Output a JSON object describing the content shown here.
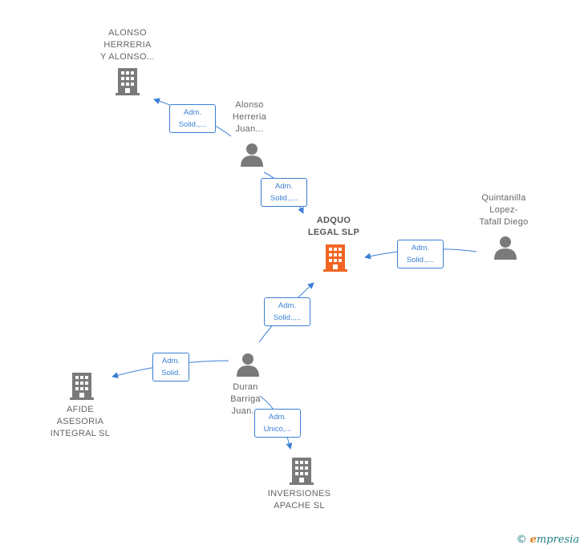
{
  "nodes": {
    "alonso_herreria_company": {
      "label": "ALONSO\nHERRERIA\nY ALONSO..."
    },
    "alonso_herreria_person": {
      "label": "Alonso\nHerreria\nJuan..."
    },
    "adquo_legal": {
      "label": "ADQUO\nLEGAL  SLP"
    },
    "quintanilla": {
      "label": "Quintanilla\nLopez-\nTafall Diego"
    },
    "duran_barriga": {
      "label": "Duran\nBarriga\nJuan..."
    },
    "afide": {
      "label": "AFIDE\nASESORIA\nINTEGRAL  SL"
    },
    "inversiones_apache": {
      "label": "INVERSIONES\nAPACHE  SL"
    }
  },
  "edges": {
    "alonso_to_company": "Adm.\nSolid.,...",
    "alonso_to_adquo": "Adm.\nSolid.,...",
    "quintanilla_to_adquo": "Adm.\nSolid.,...",
    "duran_to_adquo": "Adm.\nSolid.,...",
    "duran_to_afide": "Adm.\nSolid.",
    "duran_to_apache": "Adm.\nUnico,..."
  },
  "colors": {
    "edge": "#3a7fd5",
    "icon_default": "#7a7a7a",
    "icon_focus": "#f26522"
  },
  "watermark": {
    "copyright": "©",
    "brand_initial": "e",
    "brand_rest": "mpresia"
  }
}
